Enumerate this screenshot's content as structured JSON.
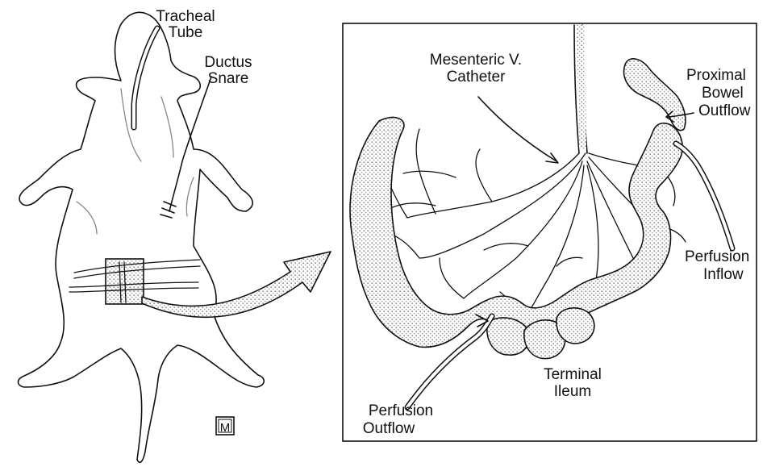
{
  "labels": {
    "tracheal_tube_1": "Tracheal",
    "tracheal_tube_2": "Tube",
    "ductus_snare_1": "Ductus",
    "ductus_snare_2": "Snare",
    "mesenteric_1": "Mesenteric V.",
    "mesenteric_2": "Catheter",
    "proximal_1": "Proximal",
    "proximal_2": "Bowel",
    "proximal_3": "Outflow",
    "perf_in_1": "Perfusion",
    "perf_in_2": "Inflow",
    "terminal_1": "Terminal",
    "terminal_2": "Ileum",
    "perf_out_1": "Perfusion",
    "perf_out_2": "Outflow",
    "logo": "M"
  },
  "colors": {
    "ink": "#111111",
    "stipple": "#9a9a9a",
    "paper": "#ffffff"
  }
}
